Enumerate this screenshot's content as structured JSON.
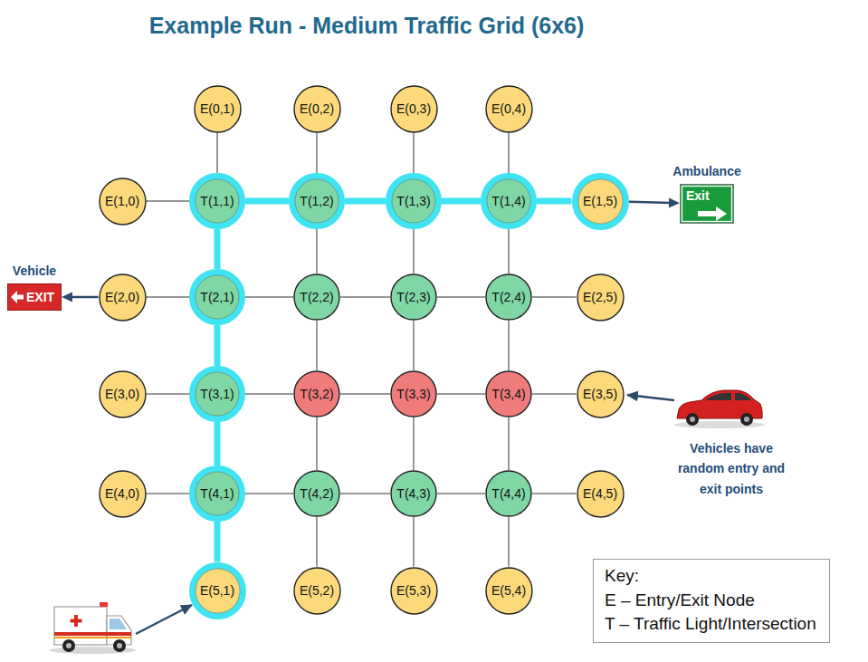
{
  "diagram": {
    "title": "Example Run - Medium Traffic Grid (6x6)",
    "nodes": [
      {
        "text": [
          "E(0,1)"
        ]
      },
      {
        "text": [
          "E(0,2)"
        ]
      },
      {
        "text": [
          "E(0,3)"
        ]
      },
      {
        "text": [
          "E(0,4)"
        ]
      },
      {
        "text": [
          "E(1,0)"
        ]
      },
      {
        "text": [
          "T(1,1)"
        ]
      },
      {
        "text": [
          "T(1,2)"
        ]
      },
      {
        "text": [
          "T(1,3)"
        ]
      },
      {
        "text": [
          "T(1,4)"
        ]
      },
      {
        "text": [
          "E(1,5)"
        ]
      },
      {
        "text": [
          "Exit"
        ]
      },
      {
        "text": [
          "EXIT"
        ]
      },
      {
        "text": [
          "E(2,0)"
        ]
      },
      {
        "text": [
          "T(2,1)"
        ]
      },
      {
        "text": [
          "T(2,2)"
        ]
      },
      {
        "text": [
          "T(2,3)"
        ]
      },
      {
        "text": [
          "T(2,4)"
        ]
      },
      {
        "text": [
          "E(2,5)"
        ]
      },
      {
        "text": [
          "E(3,0)"
        ]
      },
      {
        "text": [
          "T(3,1)"
        ]
      },
      {
        "text": [
          "T(3,2)"
        ]
      },
      {
        "text": [
          "T(3,3)"
        ]
      },
      {
        "text": [
          "T(3,4)"
        ]
      },
      {
        "text": [
          "E(3,5)"
        ]
      },
      {
        "text": [
          "E(4,0)"
        ]
      },
      {
        "text": [
          "T(4,1)"
        ]
      },
      {
        "text": [
          "T(4,2)"
        ]
      },
      {
        "text": [
          "T(4,3)"
        ]
      },
      {
        "text": [
          "T(4,4)"
        ]
      },
      {
        "text": [
          "E(4,5)"
        ]
      },
      {
        "text": [
          "E(5,1)"
        ]
      },
      {
        "text": [
          "E(5,2)"
        ]
      },
      {
        "text": [
          "E(5,3)"
        ]
      },
      {
        "text": [
          "E(5,4)"
        ]
      }
    ],
    "edges": [
      {
        "from": 0,
        "to": 5,
        "arrow": "none"
      },
      {
        "from": 1,
        "to": 6,
        "arrow": "none"
      },
      {
        "from": 2,
        "to": 7,
        "arrow": "none"
      },
      {
        "from": 3,
        "to": 8,
        "arrow": "none"
      },
      {
        "from": 4,
        "to": 5,
        "arrow": "none"
      },
      {
        "from": 5,
        "to": 6,
        "arrow": "none"
      },
      {
        "from": 6,
        "to": 7,
        "arrow": "none"
      },
      {
        "from": 7,
        "to": 8,
        "arrow": "none"
      },
      {
        "from": 8,
        "to": 9,
        "arrow": "none"
      },
      {
        "from": 9,
        "to": 10,
        "arrow": "to"
      },
      {
        "from": 12,
        "to": 11,
        "arrow": "to"
      },
      {
        "from": 12,
        "to": 13,
        "arrow": "none"
      },
      {
        "from": 13,
        "to": 14,
        "arrow": "none"
      },
      {
        "from": 14,
        "to": 15,
        "arrow": "none"
      },
      {
        "from": 15,
        "to": 16,
        "arrow": "none"
      },
      {
        "from": 16,
        "to": 17,
        "arrow": "none"
      },
      {
        "from": 18,
        "to": 19,
        "arrow": "none"
      },
      {
        "from": 19,
        "to": 20,
        "arrow": "none"
      },
      {
        "from": 20,
        "to": 21,
        "arrow": "none"
      },
      {
        "from": 21,
        "to": 22,
        "arrow": "none"
      },
      {
        "from": 22,
        "to": 23,
        "arrow": "none"
      },
      {
        "from": 24,
        "to": 25,
        "arrow": "none"
      },
      {
        "from": 25,
        "to": 26,
        "arrow": "none"
      },
      {
        "from": 26,
        "to": 27,
        "arrow": "none"
      },
      {
        "from": 27,
        "to": 28,
        "arrow": "none"
      },
      {
        "from": 28,
        "to": 29,
        "arrow": "none"
      },
      {
        "from": 5,
        "to": 13,
        "arrow": "none"
      },
      {
        "from": 6,
        "to": 14,
        "arrow": "none"
      },
      {
        "from": 7,
        "to": 15,
        "arrow": "none"
      },
      {
        "from": 8,
        "to": 16,
        "arrow": "none"
      },
      {
        "from": 13,
        "to": 19,
        "arrow": "none"
      },
      {
        "from": 14,
        "to": 20,
        "arrow": "none"
      },
      {
        "from": 15,
        "to": 21,
        "arrow": "none"
      },
      {
        "from": 16,
        "to": 22,
        "arrow": "none"
      },
      {
        "from": 19,
        "to": 25,
        "arrow": "none"
      },
      {
        "from": 20,
        "to": 26,
        "arrow": "none"
      },
      {
        "from": 21,
        "to": 27,
        "arrow": "none"
      },
      {
        "from": 22,
        "to": 28,
        "arrow": "none"
      },
      {
        "from": 25,
        "to": 30,
        "arrow": "none"
      },
      {
        "from": 26,
        "to": 31,
        "arrow": "none"
      },
      {
        "from": 27,
        "to": 32,
        "arrow": "none"
      },
      {
        "from": 28,
        "to": 33,
        "arrow": "none"
      }
    ],
    "labels": [
      "Ambulance",
      "Vehicle",
      "Vehicles have random entry and exit points",
      "Key:"
    ],
    "legend": [
      {
        "text": "E – Entry/Exit Node"
      },
      {
        "text": "T – Traffic Light/Intersection"
      }
    ]
  }
}
